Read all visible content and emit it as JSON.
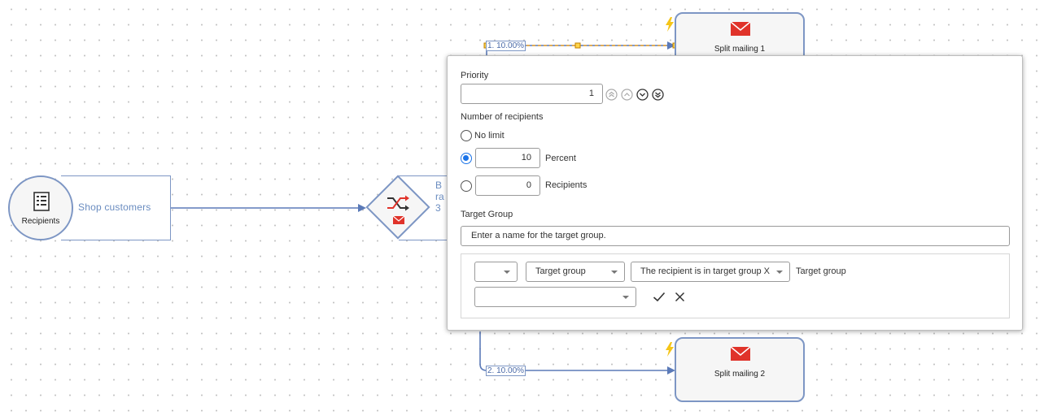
{
  "canvas": {
    "start_node": {
      "label": "Recipients",
      "icon": "list-document-icon"
    },
    "source_box": {
      "label": "Shop customers"
    },
    "split_node": {
      "icon": "shuffle-split-icon",
      "sub_icon": "envelope-icon",
      "text_fragments": [
        "B",
        "ra",
        "3"
      ]
    },
    "mailings": [
      {
        "label": "Split mailing 1",
        "icon": "envelope-icon",
        "trigger_icon": "lightning-icon"
      },
      {
        "label": "Split mailing 2",
        "icon": "envelope-icon",
        "trigger_icon": "lightning-icon"
      }
    ],
    "edges": [
      {
        "label": "1. 10.00%"
      },
      {
        "label": "2. 10.00%"
      }
    ]
  },
  "panel": {
    "priority": {
      "label": "Priority",
      "value": "1",
      "buttons": [
        "double-chevron-up-icon",
        "chevron-up-icon",
        "chevron-down-icon",
        "double-chevron-down-icon"
      ]
    },
    "recipients": {
      "label": "Number of recipients",
      "no_limit_label": "No limit",
      "percent_value": "10",
      "percent_label": "Percent",
      "count_value": "0",
      "count_label": "Recipients",
      "selected": "percent"
    },
    "target_group": {
      "label": "Target Group",
      "placeholder": "Enter a name for the target group.",
      "rule": {
        "select_1": "",
        "select_2": "Target group",
        "select_3": "The recipient is in target group X",
        "suffix": "Target group",
        "select_4": "",
        "confirm_icon": "check-icon",
        "cancel_icon": "close-icon"
      }
    }
  },
  "colors": {
    "node_border": "#7d96c4",
    "edge": "#5b7ab8",
    "selected_edge": "#f0a830",
    "radio_selected": "#1a73e8",
    "envelope": "#e0332a",
    "lightning": "#f5c518"
  }
}
